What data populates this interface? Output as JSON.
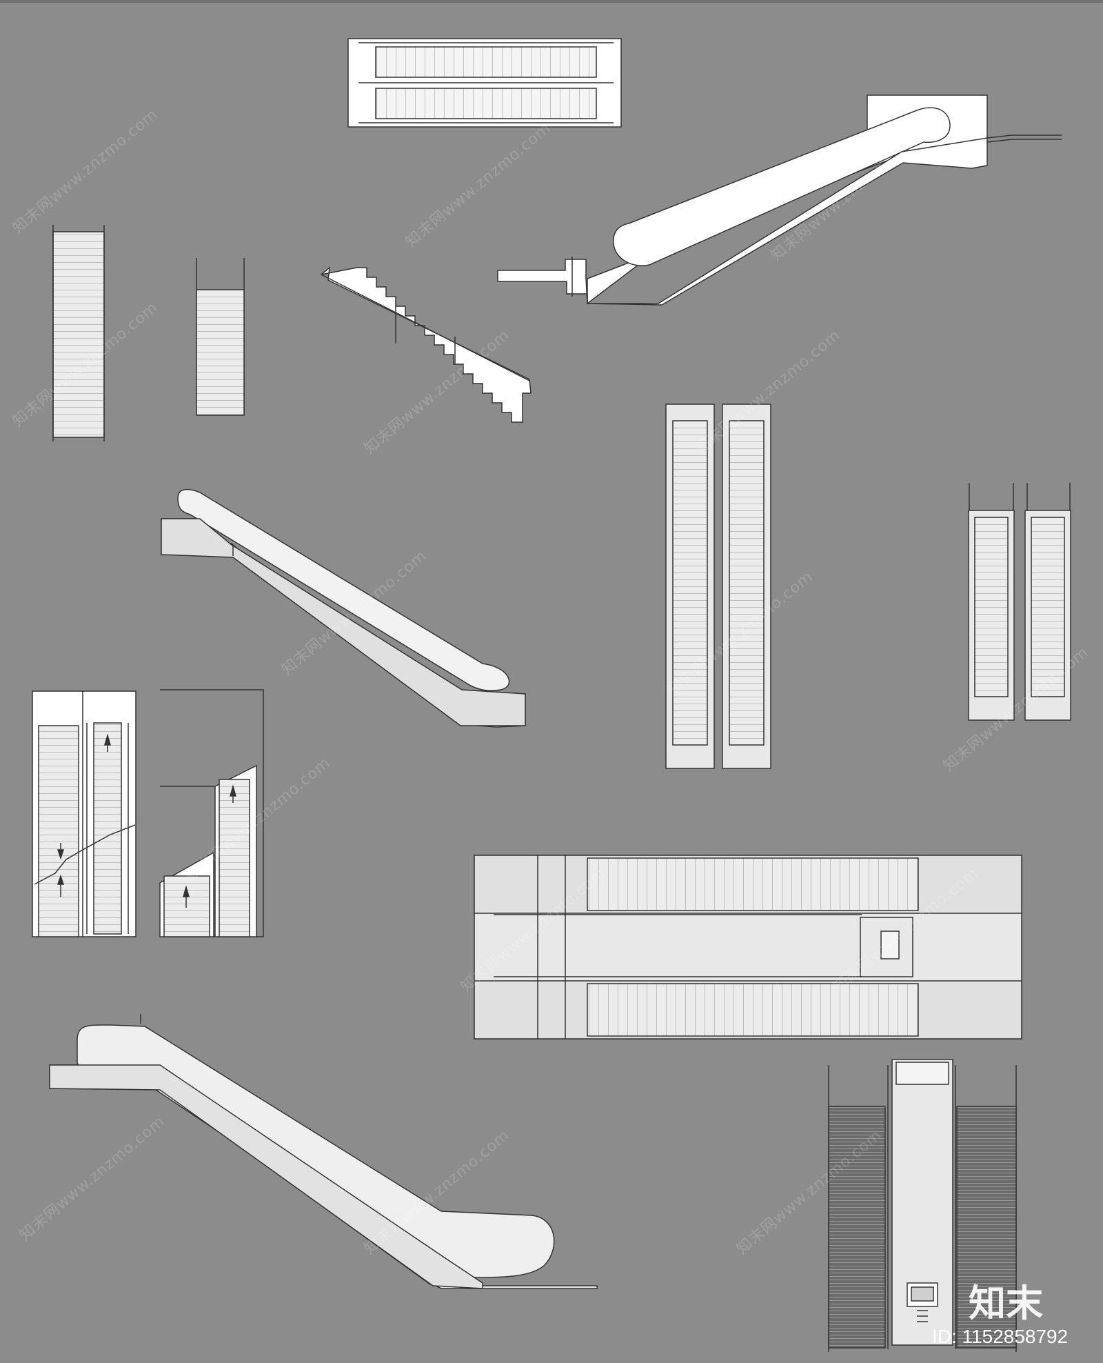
{
  "watermark": {
    "text": "知末网www.znzmo.com"
  },
  "brand": {
    "logo_text": "知末",
    "id_text": "ID: 1152858792"
  },
  "colors": {
    "background": "#8c8c8c",
    "panel": "#ffffff",
    "panel_light": "#e4e4e4",
    "stroke": "#333333"
  }
}
